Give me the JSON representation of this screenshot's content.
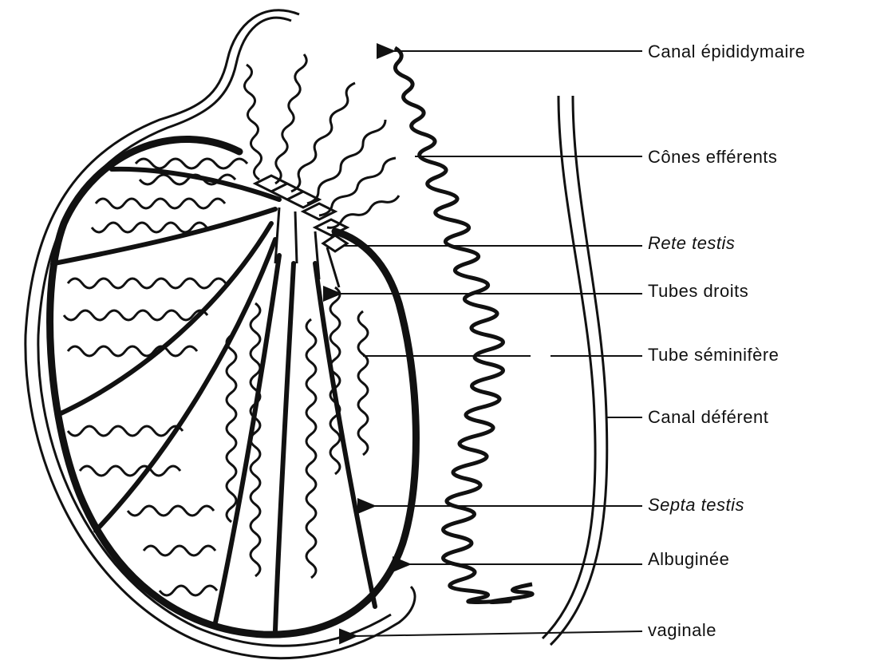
{
  "diagram": {
    "labels": [
      {
        "id": "canal-epididymaire",
        "text": "Canal épididymaire",
        "italic": false
      },
      {
        "id": "cones-efferents",
        "text": "Cônes efférents",
        "italic": false
      },
      {
        "id": "rete-testis",
        "text": "Rete testis",
        "italic": true
      },
      {
        "id": "tubes-droits",
        "text": "Tubes droits",
        "italic": false
      },
      {
        "id": "tube-seminifere",
        "text": "Tube séminifère",
        "italic": false
      },
      {
        "id": "canal-deferent",
        "text": "Canal déférent",
        "italic": false
      },
      {
        "id": "septa-testis",
        "text": "Septa testis",
        "italic": true
      },
      {
        "id": "albuginee",
        "text": "Albuginée",
        "italic": false
      },
      {
        "id": "vaginale",
        "text": "vaginale",
        "italic": false
      }
    ],
    "colors": {
      "ink": "#111111",
      "background": "#ffffff"
    }
  }
}
